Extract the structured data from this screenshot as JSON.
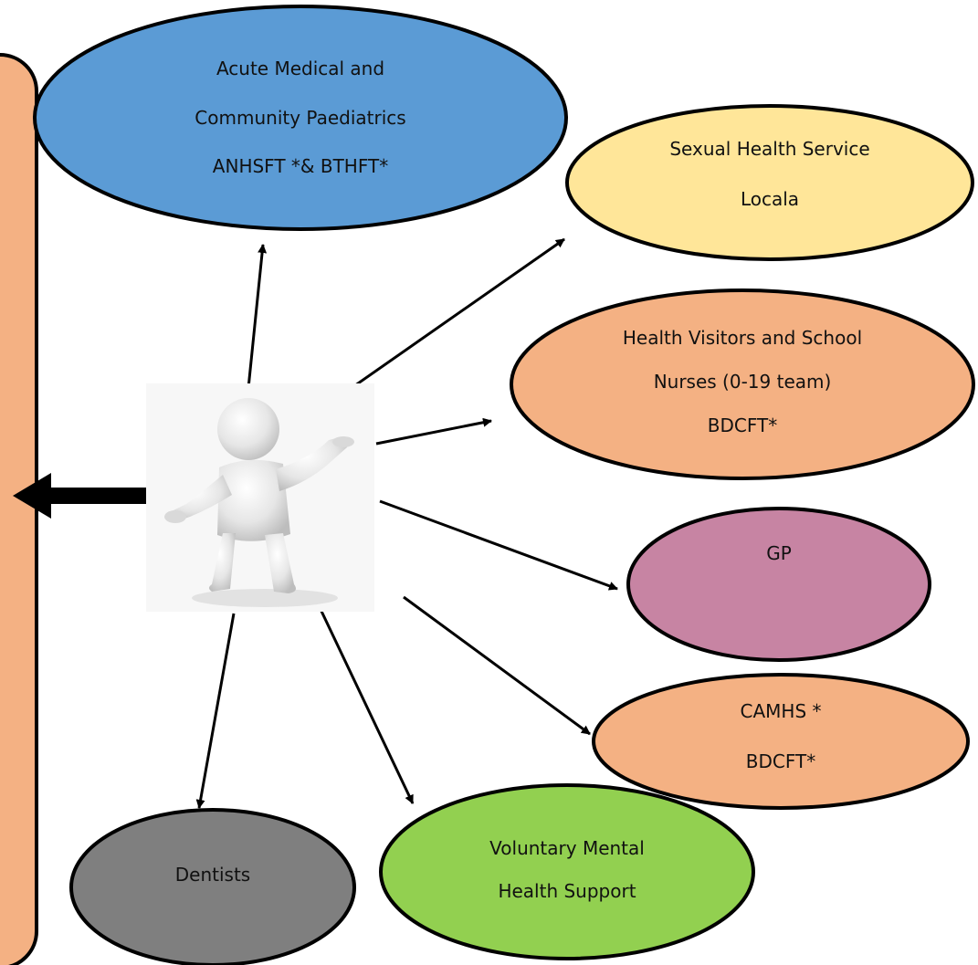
{
  "colors": {
    "outline": "#000000",
    "side_panel": "#f4b183",
    "acute": "#5b9bd5",
    "sexual": "#ffe699",
    "health_visitors": "#f4b183",
    "gp": "#c784a3",
    "camhs": "#f4b183",
    "voluntary": "#92d050",
    "dentists": "#7f7f7f"
  },
  "icons": {
    "person": "3d-person-figure-icon"
  },
  "nodes": {
    "acute": {
      "line1": "Acute Medical and",
      "line2": "Community Paediatrics",
      "line3": "ANHSFT *& BTHFT*"
    },
    "sexual": {
      "line1": "Sexual Health Service",
      "line2": "Locala"
    },
    "health_visitors": {
      "line1": "Health Visitors and School",
      "line2": "Nurses (0-19 team)",
      "line3": "BDCFT*"
    },
    "gp": {
      "line1": "GP"
    },
    "camhs": {
      "line1": "CAMHS *",
      "line2": "BDCFT*"
    },
    "voluntary": {
      "line1": "Voluntary Mental",
      "line2": "Health Support"
    },
    "dentists": {
      "line1": "Dentists"
    }
  }
}
